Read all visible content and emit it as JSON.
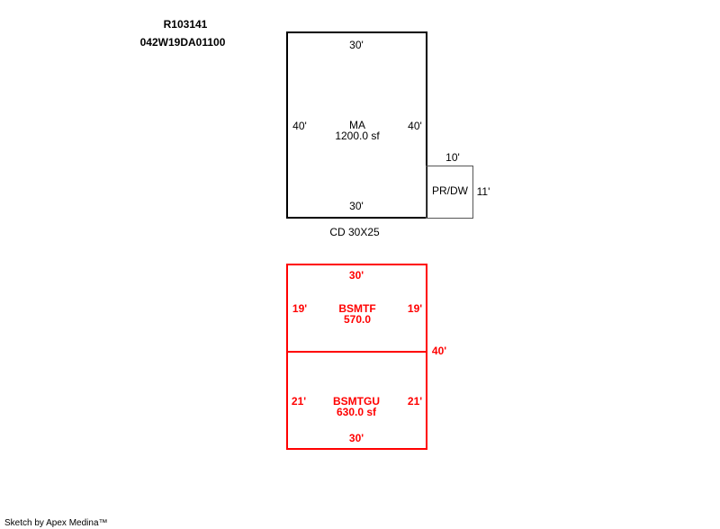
{
  "header": {
    "parcel_id": "R103141",
    "map_number": "042W19DA01100"
  },
  "main_area": {
    "top": "30'",
    "bottom": "30'",
    "left": "40'",
    "right": "40'",
    "label": "MA",
    "area": "1200.0 sf",
    "caption": "CD 30X25"
  },
  "porch": {
    "top": "10'",
    "right": "11'",
    "label": "PR/DW"
  },
  "basement": {
    "top": "30'",
    "bottom": "30'",
    "right_total": "40'",
    "finished": {
      "left": "19'",
      "right": "19'",
      "label": "BSMTF",
      "area": "570.0"
    },
    "unfinished": {
      "left": "21'",
      "right": "21'",
      "label": "BSMTGU",
      "area": "630.0 sf"
    }
  },
  "footer": {
    "credit": "Sketch by Apex Medina™"
  },
  "colors": {
    "sketch": "#000000",
    "basement": "#ff0000",
    "porch_border": "#555555"
  }
}
